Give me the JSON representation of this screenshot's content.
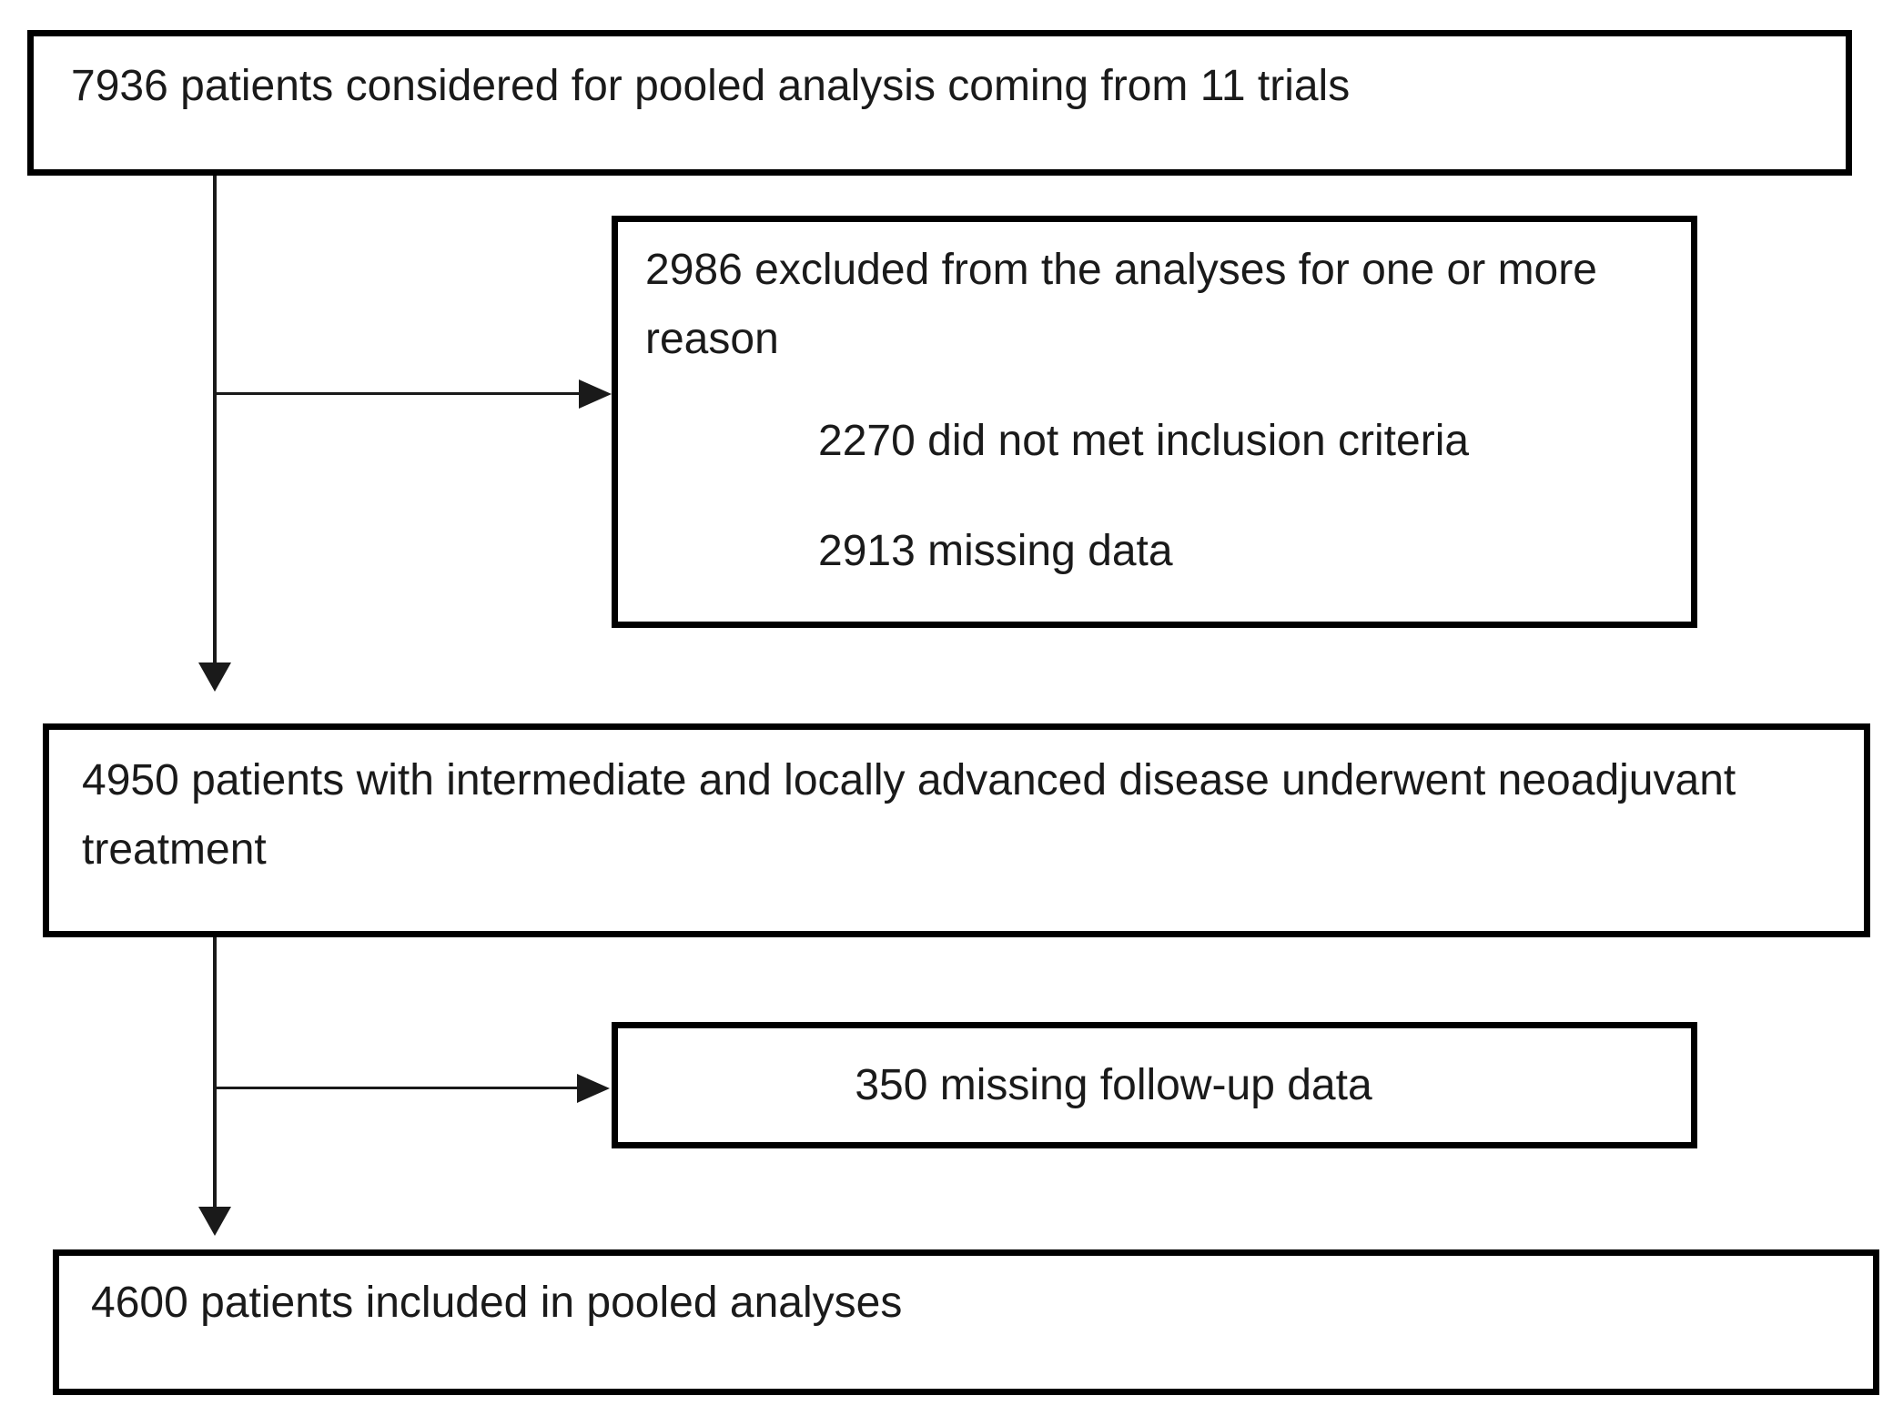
{
  "colors": {
    "background": "#ffffff",
    "box_border": "#000000",
    "text": "#1a1a1a",
    "arrow": "#1a1a1a"
  },
  "boxes": {
    "total": {
      "text": "7936 patients considered for pooled analysis coming from 11 trials"
    },
    "excluded": {
      "intro": "2986 excluded from the analyses for one or more reason",
      "item1": "2270 did not met inclusion criteria",
      "item2": "2913 missing data"
    },
    "neoadjuvant": {
      "text": "4950 patients with intermediate and locally advanced disease underwent neoadjuvant treatment"
    },
    "missing_followup": {
      "text": "350 missing follow-up data"
    },
    "included": {
      "text": "4600 patients included in pooled analyses"
    }
  }
}
